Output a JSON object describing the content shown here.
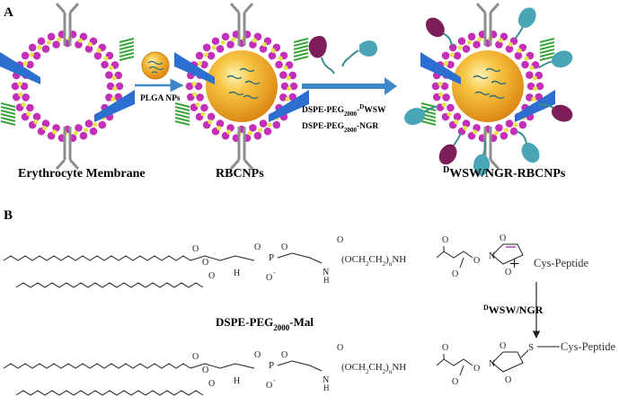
{
  "panelA": {
    "letter": "A",
    "arrow1_label": "PLGA NPs",
    "arrow2_label_1_pre": "DSPE-PEG",
    "arrow2_label_1_sub": "2000",
    "arrow2_label_1_mid": "-",
    "arrow2_label_1_sup": "D",
    "arrow2_label_1_post": "WSW",
    "arrow2_label_2_pre": "DSPE-PEG",
    "arrow2_label_2_sub": "2000",
    "arrow2_label_2_post": "-NGR",
    "caption_1": "Erythrocyte Membrane",
    "caption_2": "RBCNPs",
    "caption_3_sup": "D",
    "caption_3_main": "WSW/NGR-RBCNPs"
  },
  "panelB": {
    "letter": "B",
    "peg_unit": "(OCH",
    "peg_unit_sub": "2",
    "peg_unit_mid": "CH",
    "peg_unit_sub2": "2",
    "peg_unit_close": ")",
    "peg_n": "n",
    "nh": "NH",
    "ester_o": "O",
    "h_label": "H",
    "n_label": "N",
    "o_minus": "O",
    "minus": "-",
    "p_label": "P",
    "plus": "+",
    "reagent": "Cys-Peptide",
    "reaction_sup": "D",
    "reaction_label": "WSW/NGR",
    "compound_pre": "DSPE-PEG",
    "compound_sub": "2000",
    "compound_post": "-Mal",
    "s_label": "S",
    "product_peptide": "Cys-Peptide"
  },
  "colors": {
    "membrane_pink": "#c32fb9",
    "membrane_yellow": "#e8e44a",
    "core_orange": "#f1a21a",
    "protein_blue": "#2c6fd1",
    "protein_green": "#3aa33a",
    "protein_gray": "#8d8d8d",
    "arrow_blue": "#3f88c7",
    "ligand_purple": "#7c1e5a",
    "ligand_teal": "#4aa6b6"
  }
}
